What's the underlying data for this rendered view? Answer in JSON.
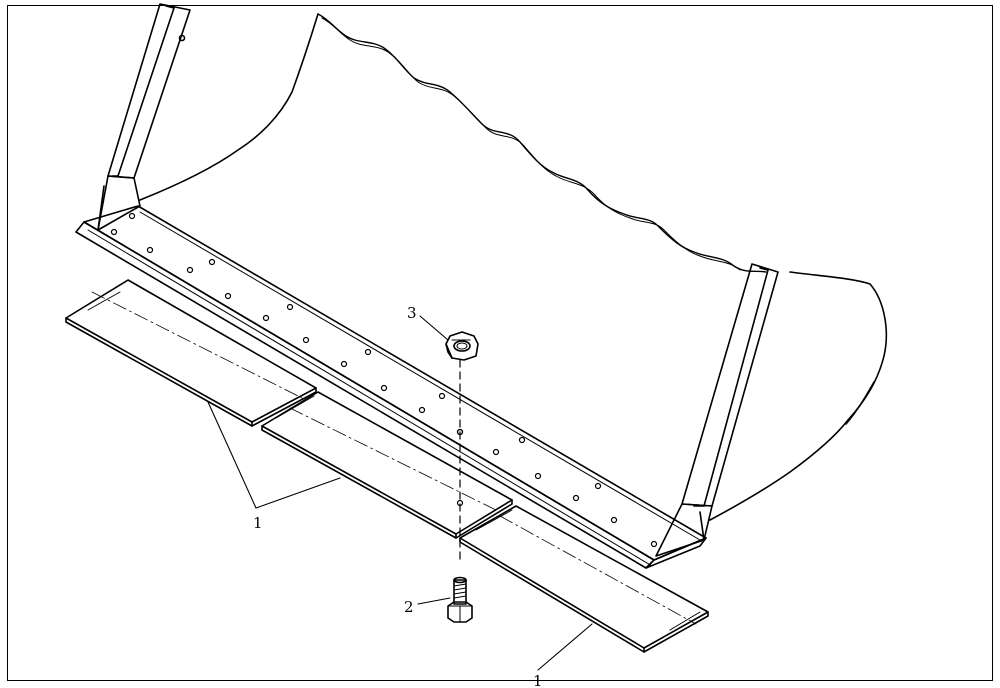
{
  "diagram": {
    "callouts": [
      {
        "id": "1",
        "label": "1"
      },
      {
        "id": "1b",
        "label": "1"
      },
      {
        "id": "2",
        "label": "2"
      },
      {
        "id": "3",
        "label": "3"
      }
    ],
    "colors": {
      "line": "#000000",
      "paper": "#ffffff"
    }
  }
}
